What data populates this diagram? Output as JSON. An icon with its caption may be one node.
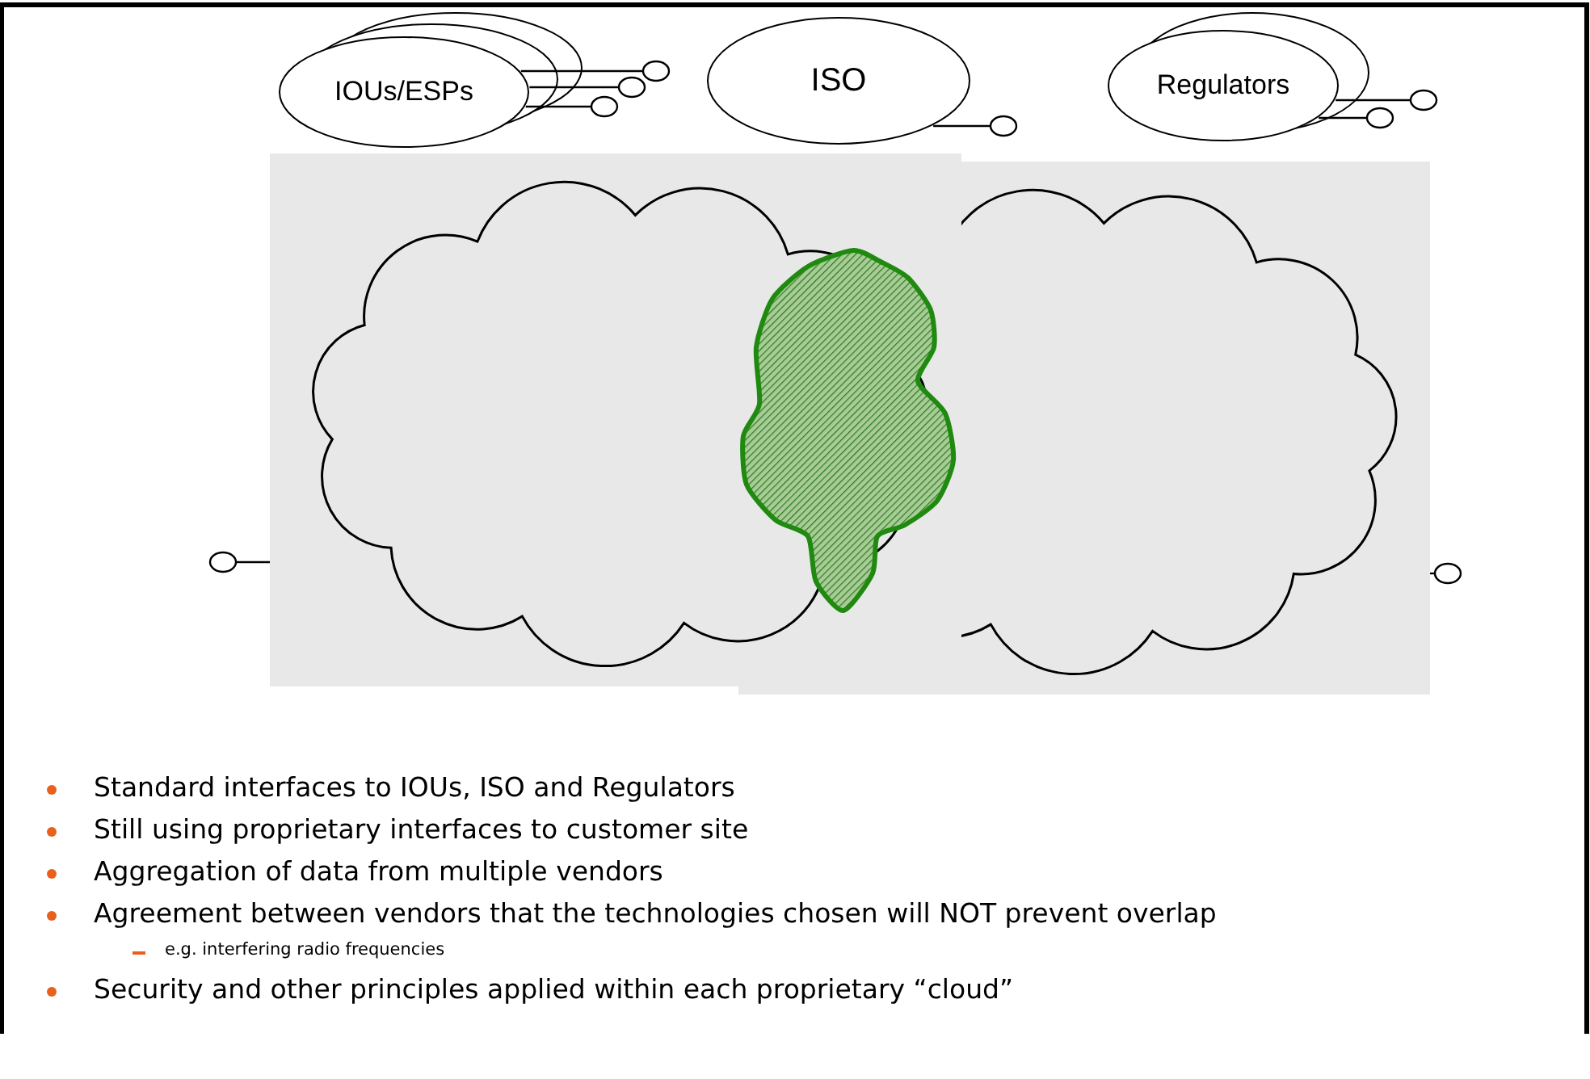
{
  "diagram": {
    "nodes": [
      {
        "text": [
          "IOUs/ESPs"
        ]
      },
      {
        "text": [
          "ISO"
        ]
      },
      {
        "text": [
          "Regulators"
        ]
      },
      {
        "text": [],
        "shape": "cloud"
      },
      {
        "text": [],
        "shape": "cloud"
      },
      {
        "text": [],
        "shape": "cloud"
      }
    ],
    "edges": [
      {
        "from": 0,
        "to": null,
        "arrow": "other"
      },
      {
        "from": 0,
        "to": null,
        "arrow": "other"
      },
      {
        "from": 0,
        "to": null,
        "arrow": "other"
      },
      {
        "from": 1,
        "to": null,
        "arrow": "other"
      },
      {
        "from": 2,
        "to": null,
        "arrow": "other"
      },
      {
        "from": 2,
        "to": null,
        "arrow": "other"
      },
      {
        "from": 3,
        "to": null,
        "arrow": "other"
      },
      {
        "from": 4,
        "to": null,
        "arrow": "other"
      }
    ],
    "labels": [
      "Standard interfaces to IOUs, ISO and Regulators",
      "Still using proprietary interfaces to customer site",
      "Aggregation of data from multiple vendors",
      "Agreement between vendors that the technologies chosen will NOT prevent overlap",
      "e.g. interfering radio frequencies",
      "Security and other principles applied within each proprietary “cloud”"
    ]
  }
}
